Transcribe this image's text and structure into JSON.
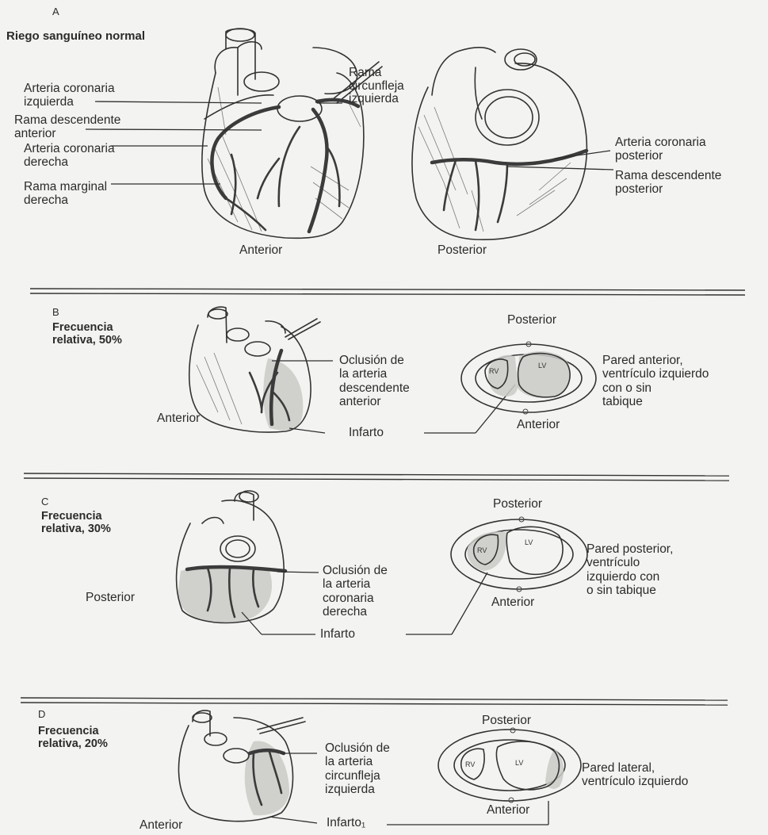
{
  "panel_a": {
    "letter": "A",
    "title": "Riego sanguíneo normal",
    "labels": {
      "left_coronary": [
        "Arteria coronaria",
        "izquierda"
      ],
      "anterior_descending": [
        "Rama descendente",
        "anterior"
      ],
      "right_coronary": [
        "Arteria coronaria",
        "derecha"
      ],
      "right_marginal": [
        "Rama marginal",
        "derecha"
      ],
      "circumflex": [
        "Rama",
        "circunfleja",
        "izquierda"
      ],
      "posterior_coronary": [
        "Arteria coronaria",
        "posterior"
      ],
      "posterior_descending": [
        "Rama descendente",
        "posterior"
      ]
    },
    "view_anterior": "Anterior",
    "view_posterior": "Posterior"
  },
  "panel_b": {
    "letter": "B",
    "frequency": [
      "Frecuencia",
      "relativa, 50%"
    ],
    "view": "Anterior",
    "occlusion": [
      "Oclusión de",
      "la arteria",
      "descendente",
      "anterior"
    ],
    "infarct": "Infarto",
    "section_top": "Posterior",
    "section_bottom": "Anterior",
    "rv": "RV",
    "lv": "LV",
    "description": [
      "Pared anterior,",
      "ventrículo izquierdo",
      "con o sin",
      "tabique"
    ]
  },
  "panel_c": {
    "letter": "C",
    "frequency": [
      "Frecuencia",
      "relativa, 30%"
    ],
    "view": "Posterior",
    "occlusion": [
      "Oclusión de",
      "la arteria",
      "coronaria",
      "derecha"
    ],
    "infarct": "Infarto",
    "section_top": "Posterior",
    "section_bottom": "Anterior",
    "rv": "RV",
    "lv": "LV",
    "description": [
      "Pared posterior,",
      "ventrículo",
      "izquierdo con",
      "o sin tabique"
    ]
  },
  "panel_d": {
    "letter": "D",
    "frequency": [
      "Frecuencia",
      "relativa, 20%"
    ],
    "view": "Anterior",
    "occlusion": [
      "Oclusión de",
      "la arteria",
      "circunfleja",
      "izquierda"
    ],
    "infarct": "Infarto₁",
    "section_top": "Posterior",
    "section_bottom": "Anterior",
    "rv": "RV",
    "lv": "LV",
    "description": [
      "Pared lateral,",
      "ventrículo izquierdo"
    ]
  }
}
